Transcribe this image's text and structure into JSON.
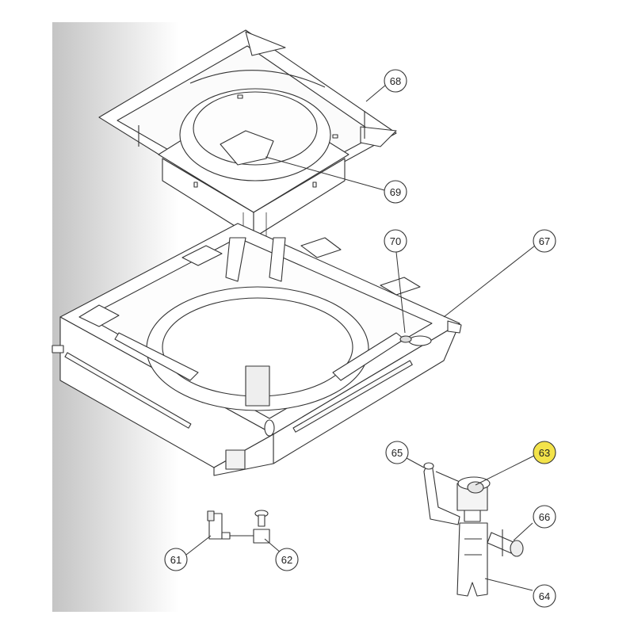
{
  "diagram": {
    "callouts": [
      {
        "id": "68",
        "label": "68",
        "highlighted": false
      },
      {
        "id": "69",
        "label": "69",
        "highlighted": false
      },
      {
        "id": "70",
        "label": "70",
        "highlighted": false
      },
      {
        "id": "67",
        "label": "67",
        "highlighted": false
      },
      {
        "id": "65",
        "label": "65",
        "highlighted": false
      },
      {
        "id": "63",
        "label": "63",
        "highlighted": true
      },
      {
        "id": "66",
        "label": "66",
        "highlighted": false
      },
      {
        "id": "61",
        "label": "61",
        "highlighted": false
      },
      {
        "id": "62",
        "label": "62",
        "highlighted": false
      },
      {
        "id": "64",
        "label": "64",
        "highlighted": false
      }
    ],
    "colors": {
      "callout_fill": "#ffffff",
      "callout_highlight": "#f3e34a",
      "line": "#333333",
      "panel_gradient_start": "#c8c8c8",
      "panel_gradient_end": "#ffffff"
    }
  }
}
